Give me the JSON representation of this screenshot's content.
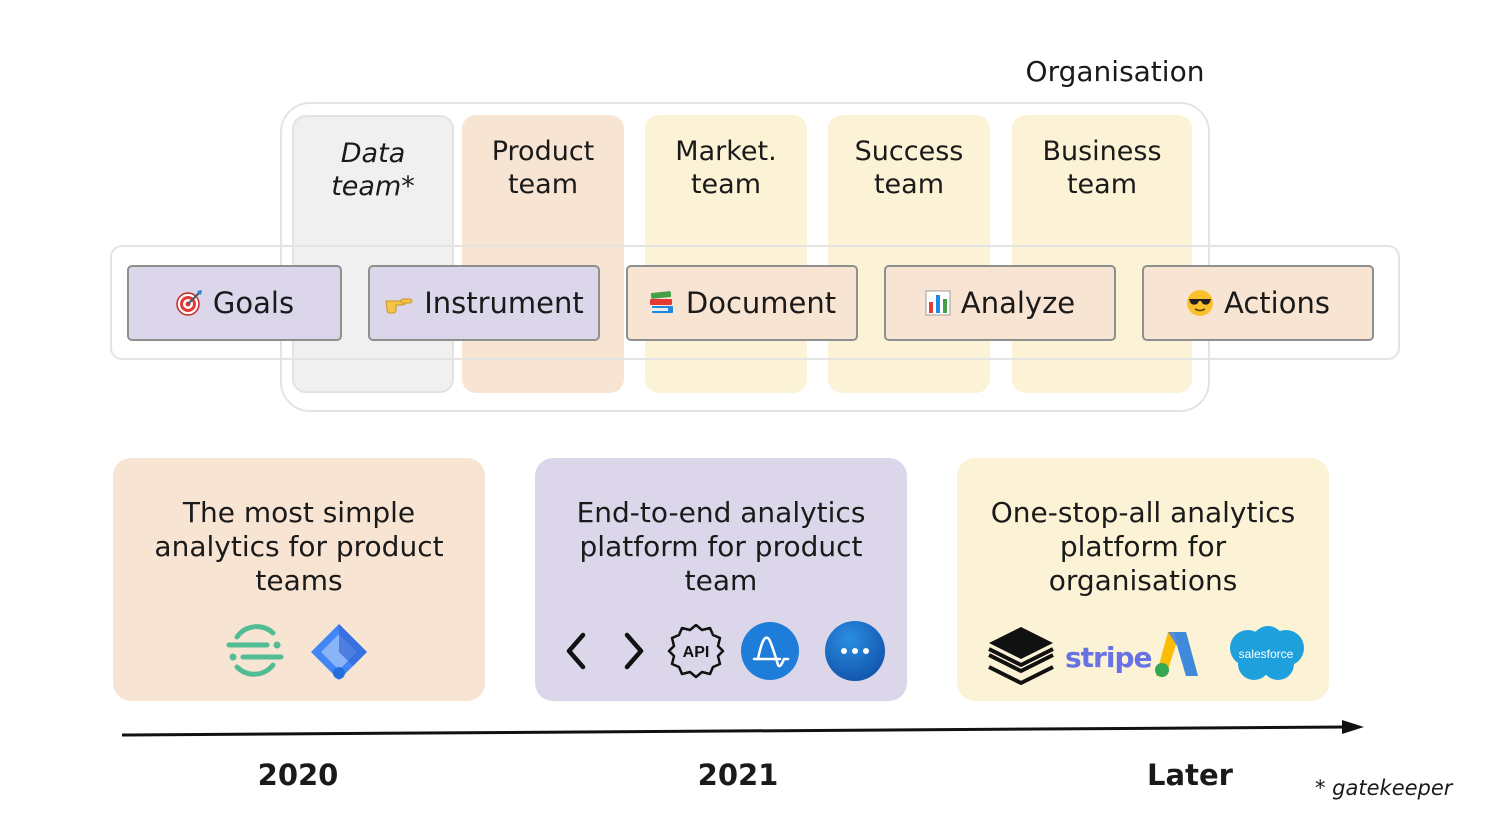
{
  "organisation_label": "Organisation",
  "teams": [
    {
      "line1": "Data",
      "line2": "team*"
    },
    {
      "line1": "Product",
      "line2": "team"
    },
    {
      "line1": "Market.",
      "line2": "team"
    },
    {
      "line1": "Success",
      "line2": "team"
    },
    {
      "line1": "Business",
      "line2": "team"
    }
  ],
  "steps": [
    {
      "label": "Goals",
      "icon": "target-icon"
    },
    {
      "label": "Instrument",
      "icon": "pointing-hand-icon"
    },
    {
      "label": "Document",
      "icon": "books-icon"
    },
    {
      "label": "Analyze",
      "icon": "bar-chart-icon"
    },
    {
      "label": "Actions",
      "icon": "sunglasses-face-icon"
    }
  ],
  "cards": [
    {
      "text": "The most simple analytics for product teams",
      "logos": [
        "segment-logo",
        "google-tag-manager-logo"
      ]
    },
    {
      "text": "End-to-end analytics platform for product team",
      "logos": [
        "code-brackets-icon",
        "api-icon",
        "amplitude-logo",
        "more-icon"
      ]
    },
    {
      "text": "One-stop-all analytics platform for organisations",
      "stripe_label": "stripe",
      "salesforce_label": "salesforce",
      "logos": [
        "layers-icon",
        "stripe-logo",
        "google-ads-logo",
        "salesforce-logo"
      ]
    }
  ],
  "timeline": {
    "years": [
      "2020",
      "2021",
      "Later"
    ]
  },
  "footnote": "* gatekeeper",
  "colors": {
    "peach": "#f8e4d3",
    "lavender": "#dcd6ea",
    "cream": "#fcf2d6",
    "grey": "#f0f0f0"
  }
}
